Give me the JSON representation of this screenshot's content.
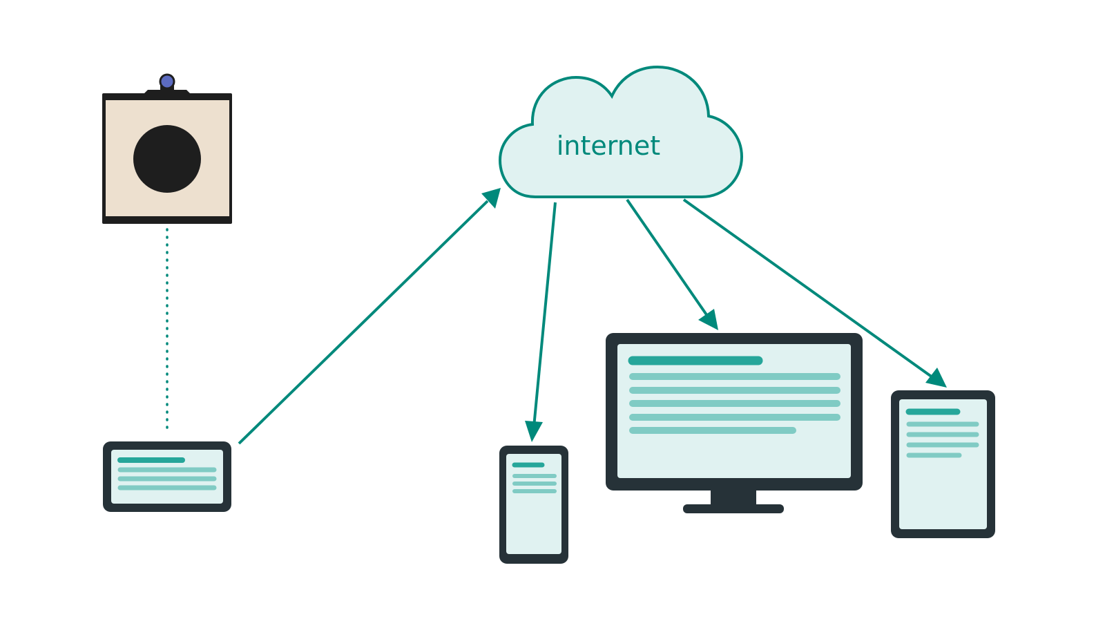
{
  "cloud": {
    "label": "internet",
    "fill": "#e0f2f1",
    "stroke": "#00897b"
  },
  "colors": {
    "arrow": "#00897b",
    "device_frame": "#263238",
    "screen": "#e0f2f1",
    "line_dark": "#26a69a",
    "line_light": "#80cbc4",
    "camera_background": "#ede0cf",
    "camera_frame": "#1e1e1e",
    "camera_indicator": "#5c6bc0"
  },
  "devices": [
    {
      "name": "camera",
      "icon": "camera-icon"
    },
    {
      "name": "streaming-tablet",
      "icon": "tablet-landscape-icon"
    },
    {
      "name": "smartphone",
      "icon": "smartphone-icon"
    },
    {
      "name": "desktop-monitor",
      "icon": "monitor-icon"
    },
    {
      "name": "tablet",
      "icon": "tablet-portrait-icon"
    }
  ],
  "connections": [
    {
      "from": "camera",
      "to": "streaming-tablet",
      "style": "dotted"
    },
    {
      "from": "streaming-tablet",
      "to": "internet",
      "style": "arrow"
    },
    {
      "from": "internet",
      "to": "smartphone",
      "style": "arrow"
    },
    {
      "from": "internet",
      "to": "desktop-monitor",
      "style": "arrow"
    },
    {
      "from": "internet",
      "to": "tablet",
      "style": "arrow"
    }
  ]
}
